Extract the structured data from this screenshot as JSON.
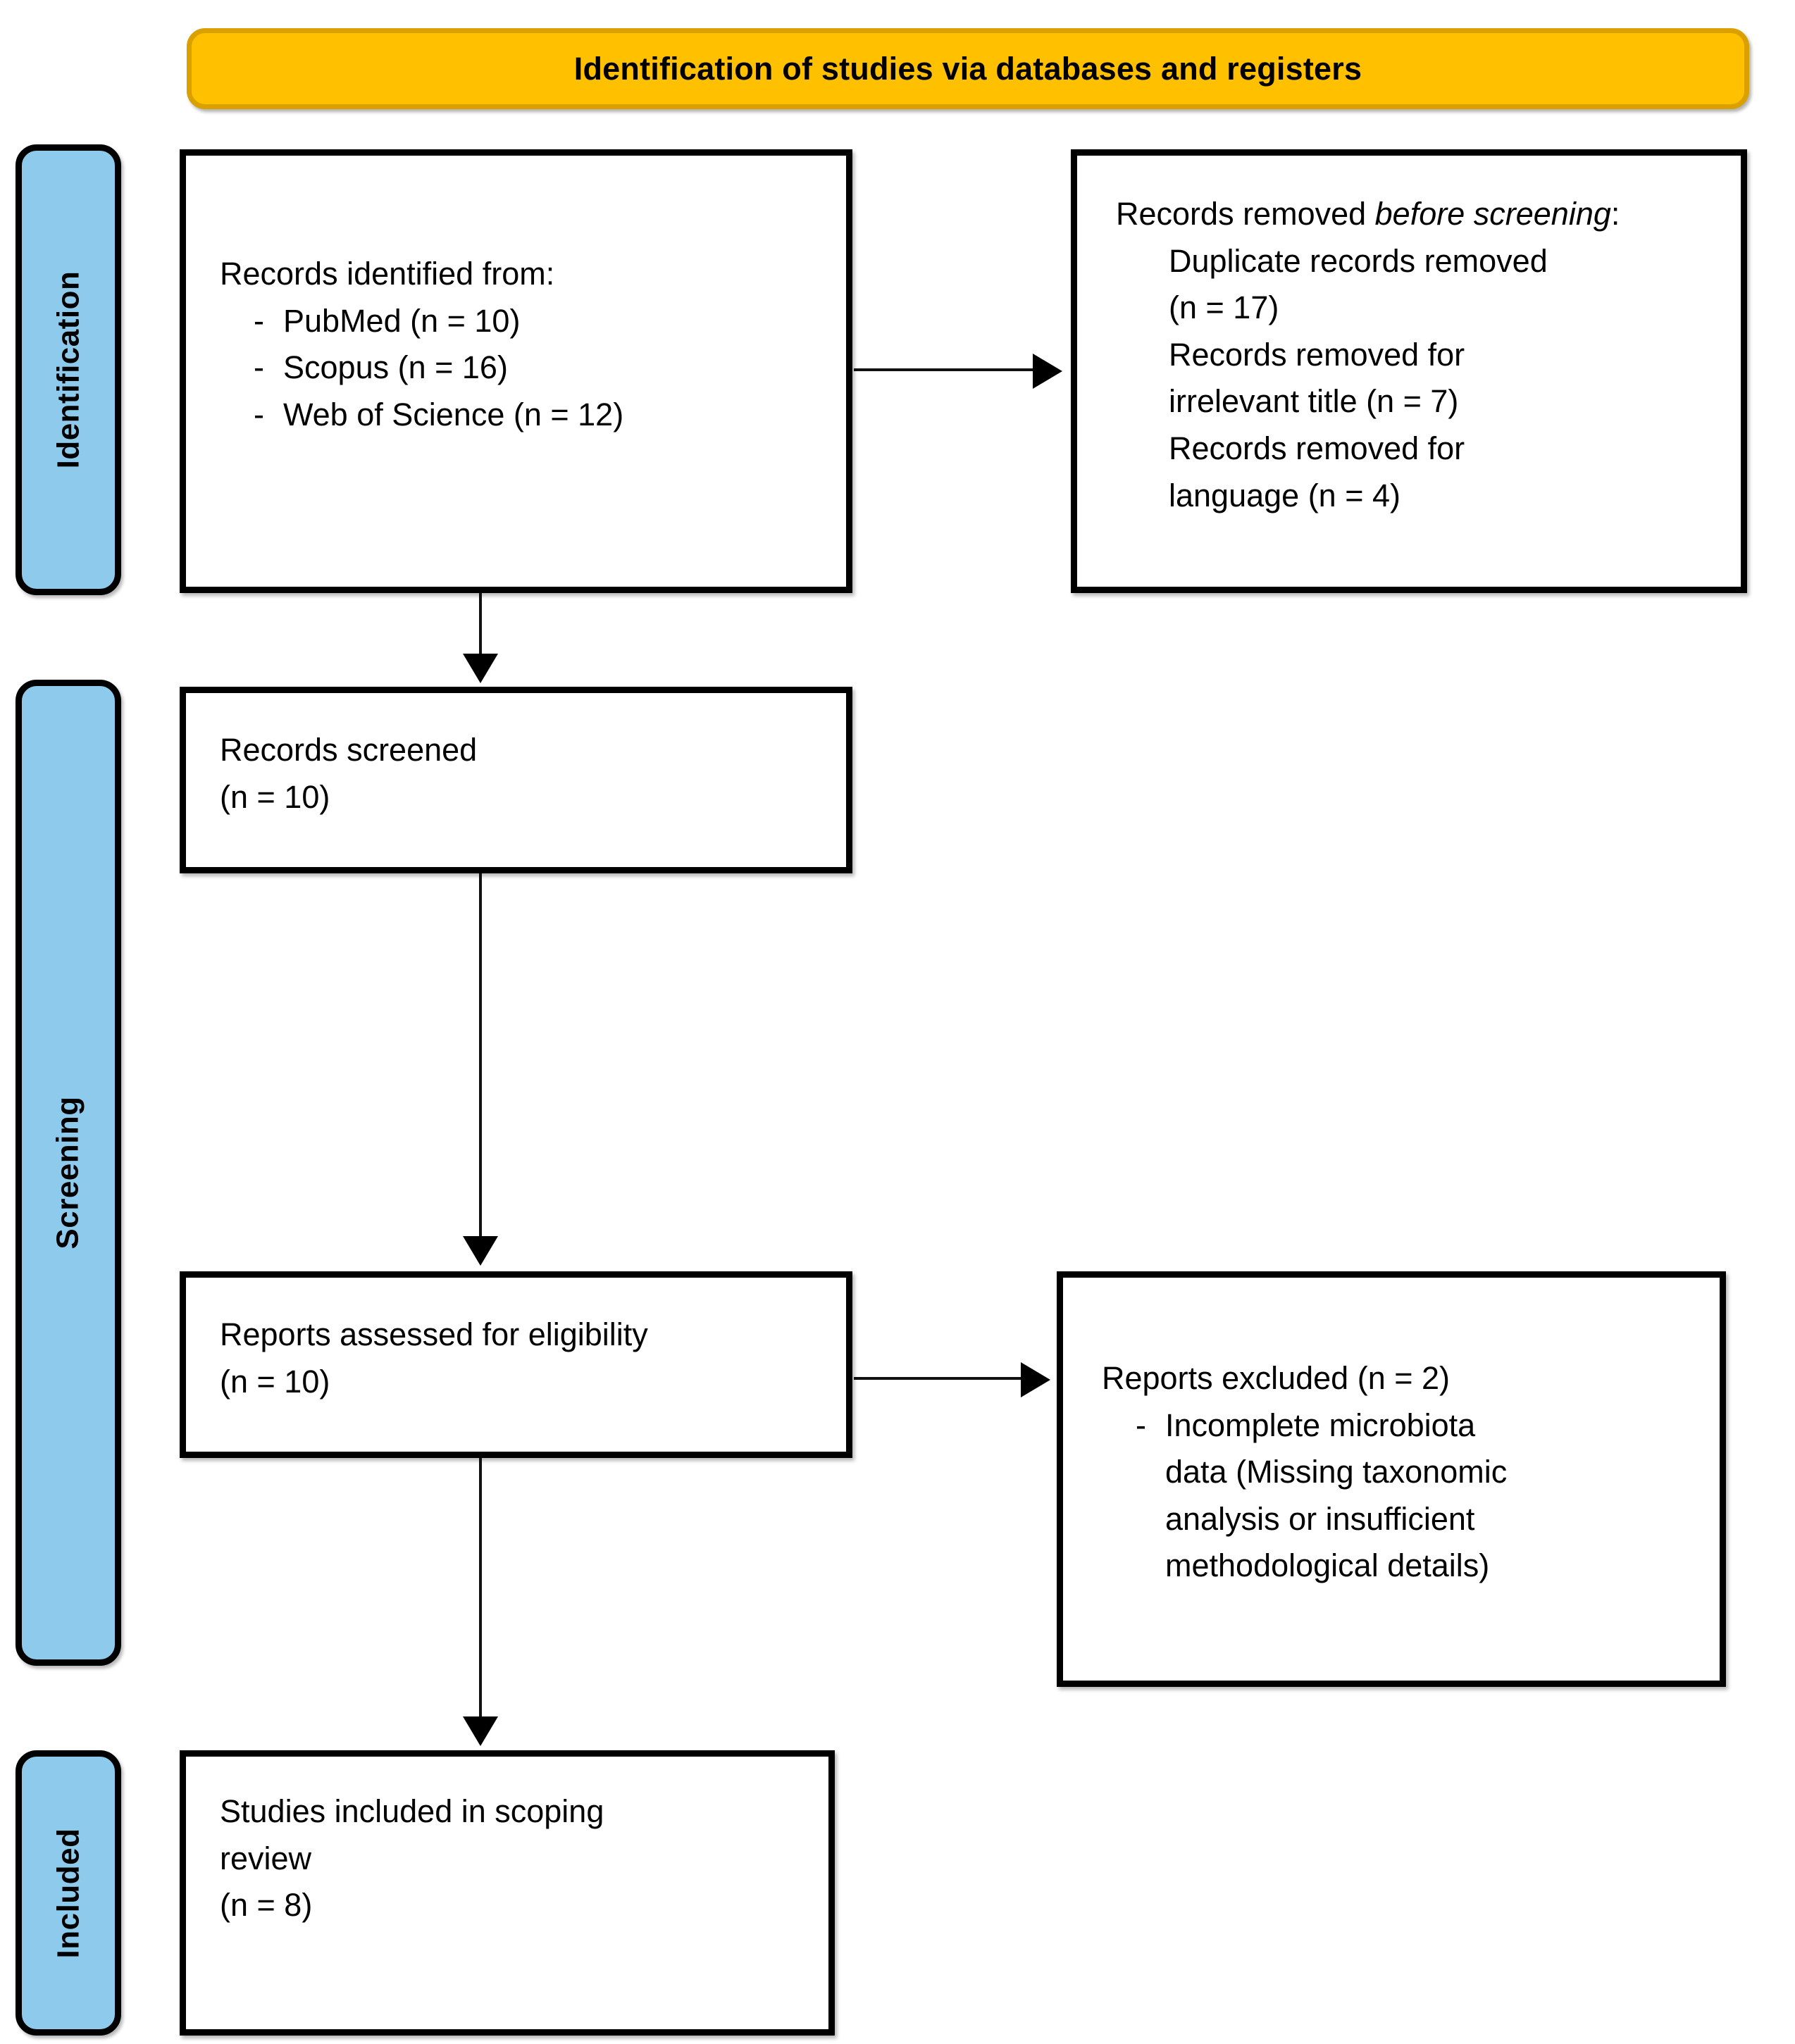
{
  "diagram": {
    "type": "prisma-flow-diagram",
    "header": {
      "title": "Identification of studies via databases and registers",
      "fill_color": "#FFC000",
      "border_color": "#D9A000"
    },
    "phases": [
      {
        "id": "identification",
        "label": "Identification",
        "fill_color": "#8ECAEC"
      },
      {
        "id": "screening",
        "label": "Screening",
        "fill_color": "#8ECAEC"
      },
      {
        "id": "included",
        "label": "Included",
        "fill_color": "#8ECAEC"
      }
    ],
    "boxes": {
      "identified": {
        "heading": "Records identified from:",
        "items": [
          {
            "dash": "-",
            "text": "PubMed (n = 10)"
          },
          {
            "dash": "-",
            "text": "Scopus (n = 16)"
          },
          {
            "dash": "-",
            "text": "Web of Science (n = 12)"
          }
        ]
      },
      "removed": {
        "heading_part1": "Records removed ",
        "heading_italic": "before screening",
        "heading_colon": ":",
        "lines": [
          "Duplicate records removed",
          "(n = 17)",
          "Records removed for",
          "irrelevant title (n = 7)",
          "Records removed for",
          "language (n = 4)"
        ]
      },
      "screened": {
        "line1": "Records screened",
        "line2": "(n = 10)"
      },
      "assessed": {
        "line1": "Reports assessed for eligibility",
        "line2": "(n = 10)"
      },
      "excluded": {
        "heading": "Reports excluded (n = 2)",
        "bullet_dash": "-",
        "bullet_lines": [
          "Incomplete microbiota",
          "data (Missing taxonomic",
          "analysis or insufficient",
          "methodological details)"
        ]
      },
      "included": {
        "line1": "Studies included in scoping",
        "line2": "review",
        "line3": "(n = 8)"
      }
    }
  }
}
